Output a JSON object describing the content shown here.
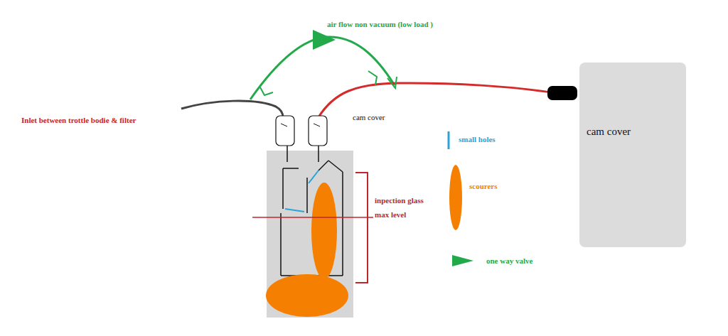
{
  "diagram": {
    "nodes": [
      {
        "text": [
          "cam cover"
        ]
      }
    ],
    "labels": [
      "air flow non vacuum (low load )",
      "Inlet between trottle bodie & filter",
      "cam cover",
      "inpection glass",
      "max level"
    ],
    "legend": [
      {
        "text": "small holes"
      },
      {
        "text": "scourers"
      },
      {
        "text": "one way valve"
      }
    ]
  }
}
